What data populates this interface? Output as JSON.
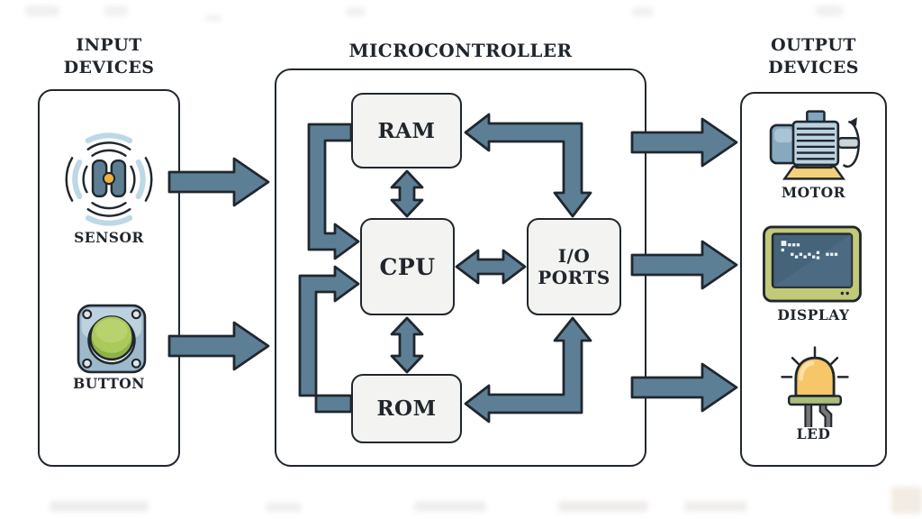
{
  "title": "Microcontroller block diagram with input and output devices",
  "colors": {
    "arrow": "#5d7f96",
    "ink": "#20272e",
    "box_fill": "#f3f3f1",
    "panel_fill": "#ffffff",
    "background": "#ffffff",
    "text": "#20262b"
  },
  "headers": {
    "input": {
      "line1": "INPUT",
      "line2": "DEVICES"
    },
    "center": "MICROCONTROLLER",
    "output": {
      "line1": "OUTPUT",
      "line2": "DEVICES"
    }
  },
  "input_panel": {
    "items": [
      {
        "icon": "sensor-icon",
        "label": "SENSOR"
      },
      {
        "icon": "button-icon",
        "label": "BUTTON"
      }
    ]
  },
  "microcontroller": {
    "blocks": [
      {
        "id": "ram",
        "label": "RAM"
      },
      {
        "id": "cpu",
        "label": "CPU"
      },
      {
        "id": "io",
        "line1": "I/O",
        "line2": "PORTS"
      },
      {
        "id": "rom",
        "label": "ROM"
      }
    ]
  },
  "output_panel": {
    "items": [
      {
        "icon": "motor-icon",
        "label": "MOTOR"
      },
      {
        "icon": "display-icon",
        "label": "DISPLAY"
      },
      {
        "icon": "led-icon",
        "label": "LED"
      }
    ]
  },
  "connections": [
    {
      "from": "SENSOR",
      "to": "MICROCONTROLLER",
      "direction": "one-way"
    },
    {
      "from": "BUTTON",
      "to": "MICROCONTROLLER",
      "direction": "one-way"
    },
    {
      "from": "RAM",
      "to": "CPU",
      "direction": "two-way",
      "route": "direct"
    },
    {
      "from": "CPU",
      "to": "ROM",
      "direction": "two-way",
      "route": "direct"
    },
    {
      "from": "CPU",
      "to": "I/O PORTS",
      "direction": "two-way",
      "route": "direct"
    },
    {
      "from": "RAM",
      "to": "CPU",
      "direction": "one-way",
      "route": "left-elbow"
    },
    {
      "from": "ROM",
      "to": "CPU",
      "direction": "one-way",
      "route": "left-elbow"
    },
    {
      "from": "I/O PORTS",
      "to": "RAM",
      "direction": "two-way",
      "route": "right-elbow"
    },
    {
      "from": "I/O PORTS",
      "to": "ROM",
      "direction": "two-way",
      "route": "right-elbow"
    },
    {
      "from": "MICROCONTROLLER",
      "to": "MOTOR",
      "direction": "one-way"
    },
    {
      "from": "MICROCONTROLLER",
      "to": "DISPLAY",
      "direction": "one-way"
    },
    {
      "from": "MICROCONTROLLER",
      "to": "LED",
      "direction": "one-way"
    }
  ]
}
